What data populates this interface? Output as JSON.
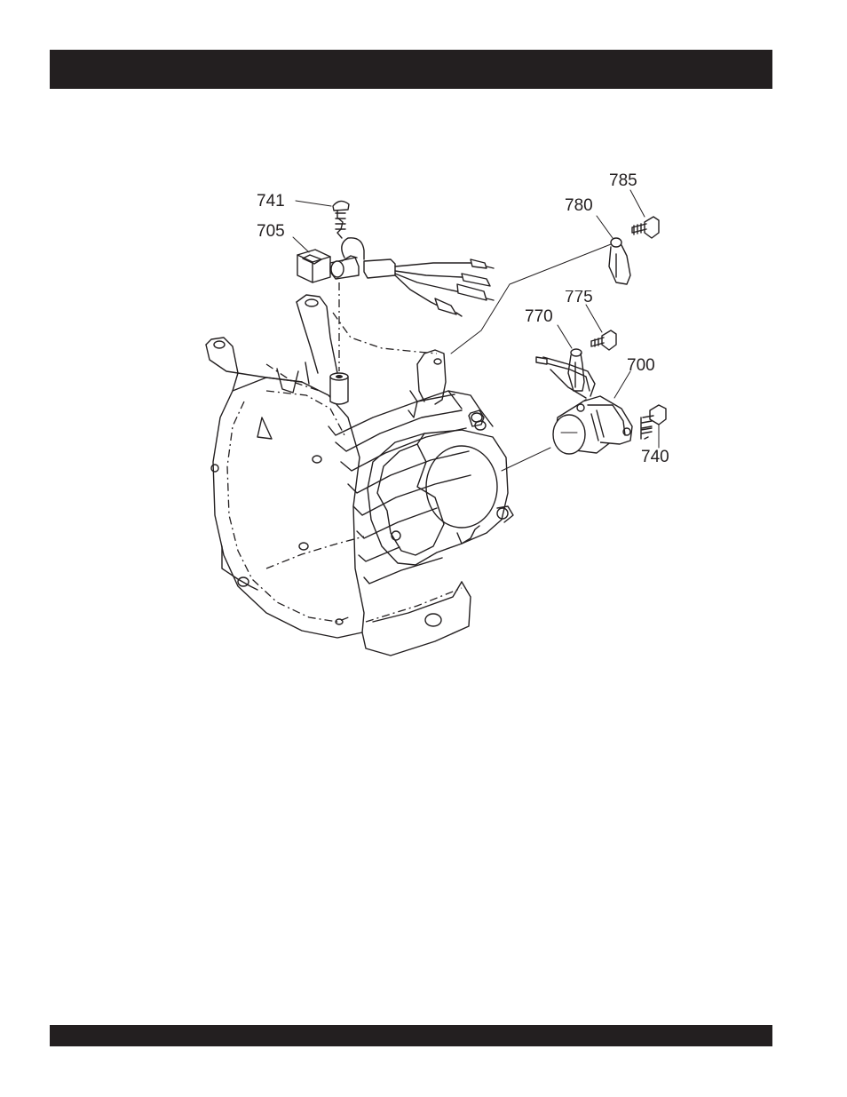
{
  "diagram": {
    "callouts": [
      {
        "id": "741",
        "label": "741"
      },
      {
        "id": "705",
        "label": "705"
      },
      {
        "id": "780",
        "label": "780"
      },
      {
        "id": "785",
        "label": "785"
      },
      {
        "id": "775",
        "label": "775"
      },
      {
        "id": "770",
        "label": "770"
      },
      {
        "id": "700",
        "label": "700"
      },
      {
        "id": "740",
        "label": "740"
      }
    ]
  },
  "colors": {
    "ink": "#231f20",
    "paper": "#ffffff"
  }
}
